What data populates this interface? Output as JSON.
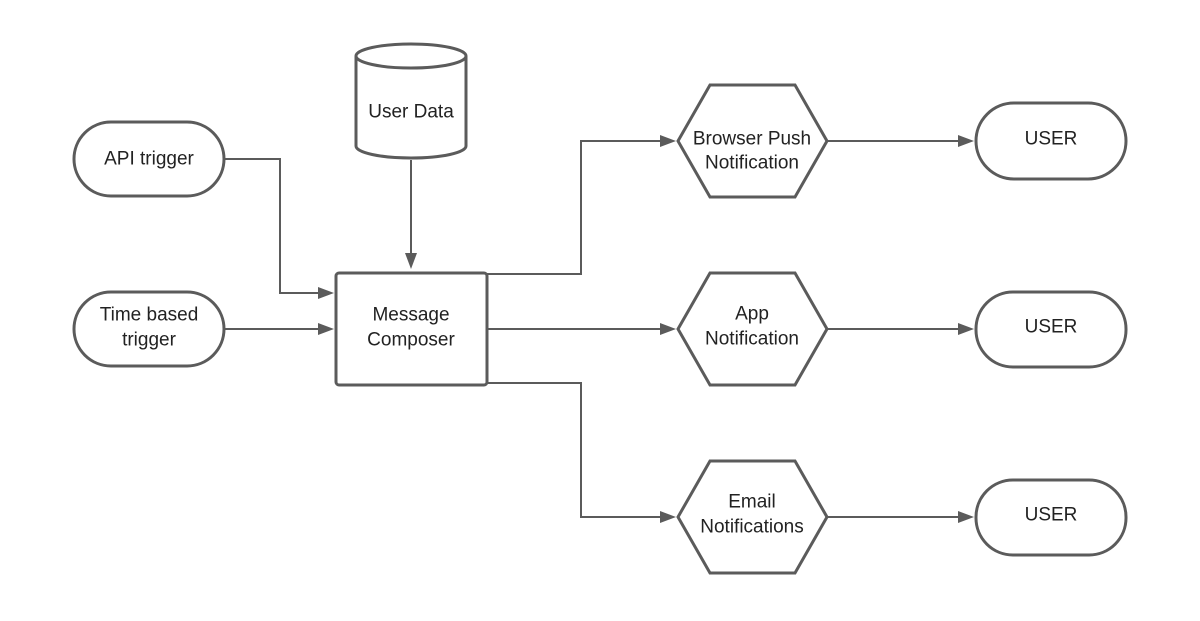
{
  "diagram": {
    "api_trigger": "API trigger",
    "time_trigger": {
      "line1": "Time based",
      "line2": "trigger"
    },
    "user_data": "User Data",
    "composer": {
      "line1": "Message",
      "line2": "Composer"
    },
    "browser_push": {
      "line1": "Browser Push",
      "line2": "Notification"
    },
    "app_notification": {
      "line1": "App",
      "line2": "Notification"
    },
    "email_notification": {
      "line1": "Email",
      "line2": "Notifications"
    },
    "user_1": "USER",
    "user_2": "USER",
    "user_3": "USER"
  }
}
